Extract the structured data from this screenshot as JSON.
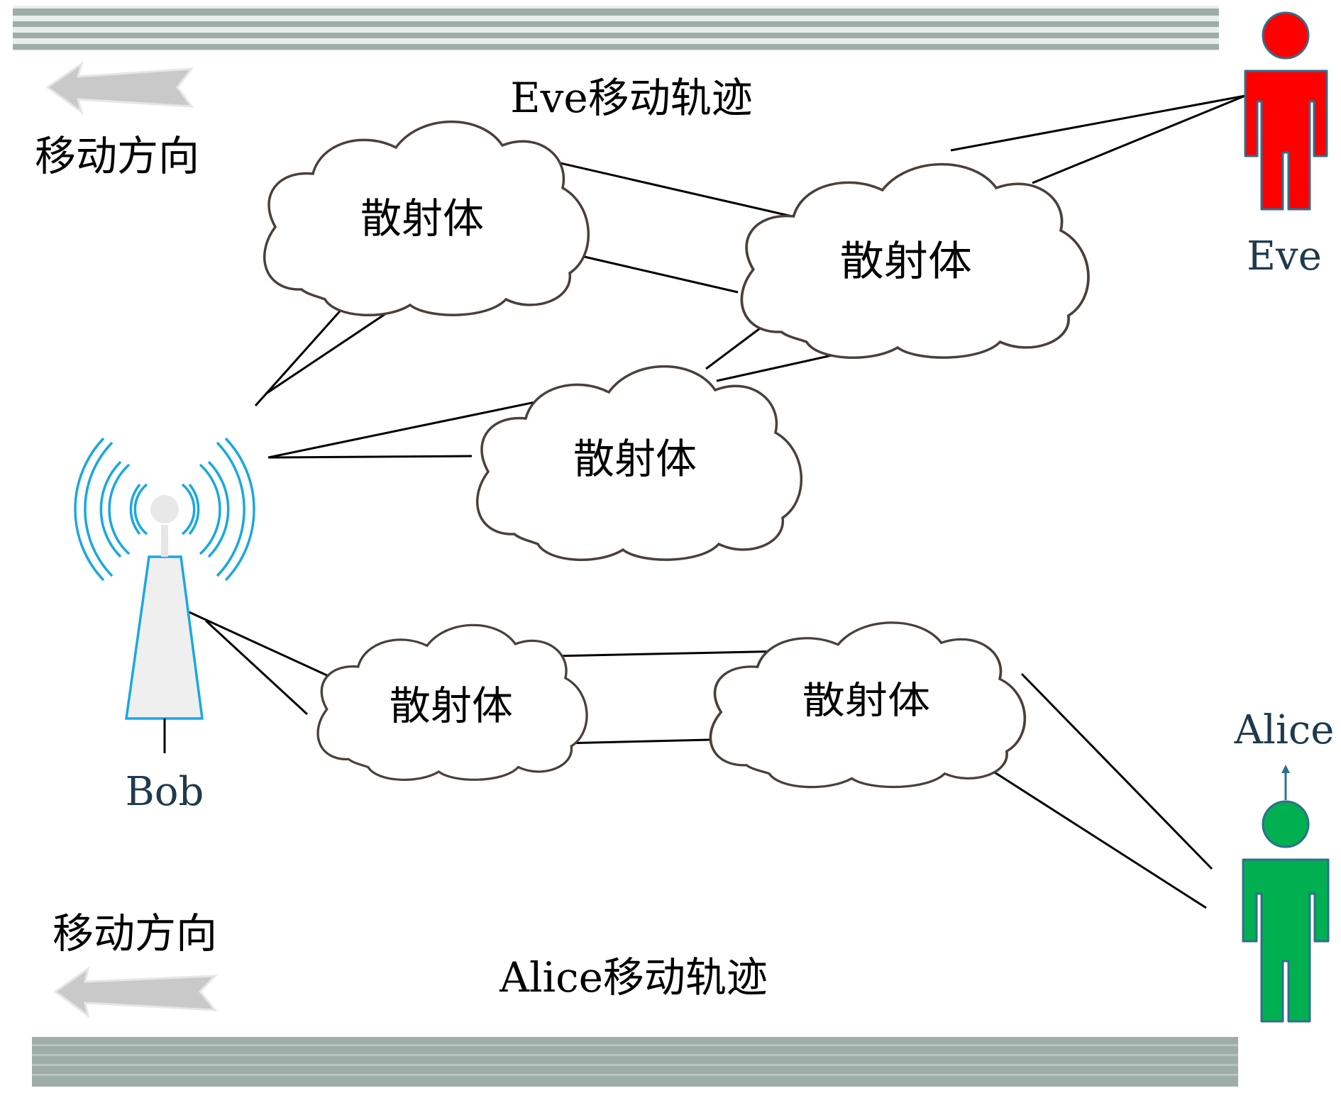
{
  "labels": {
    "eve_track": "Eve移动轨迹",
    "alice_track": "Alice移动轨迹",
    "move_dir_top": "移动方向",
    "move_dir_bottom": "移动方向",
    "eve": "Eve",
    "alice": "Alice",
    "bob": "Bob"
  },
  "scatterers": [
    {
      "label": "散射体"
    },
    {
      "label": "散射体"
    },
    {
      "label": "散射体"
    },
    {
      "label": "散射体"
    },
    {
      "label": "散射体"
    }
  ],
  "colors": {
    "eve": "#ff0000",
    "alice": "#00b050",
    "antenna": "#19a8e0",
    "person_outline": "#2e6f8e",
    "name_text": "#1f3a4d",
    "cloud_stroke": "#4a403a",
    "road": "#9fada8",
    "arrow": "#bfbfbf"
  },
  "icons": {
    "eve": "person-icon",
    "alice": "person-icon",
    "bob": "antenna-tower-icon"
  }
}
